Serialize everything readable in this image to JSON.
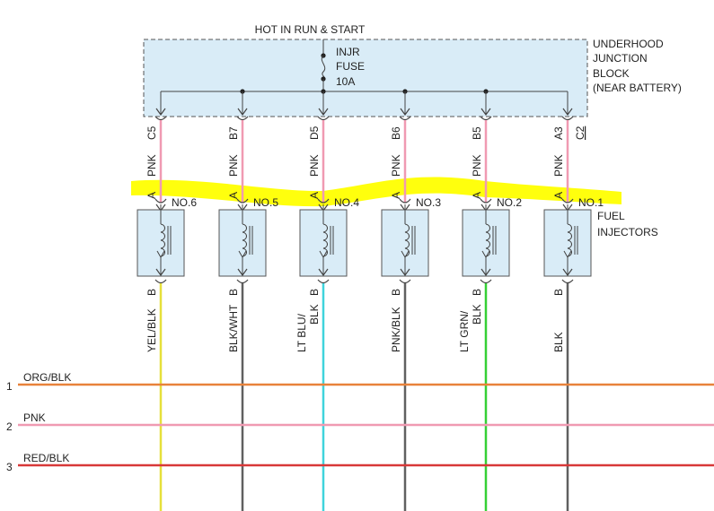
{
  "header": {
    "power_label": "HOT IN RUN & START"
  },
  "junction_block": {
    "name_lines": [
      "UNDERHOOD",
      "JUNCTION",
      "BLOCK",
      "(NEAR BATTERY)"
    ],
    "fuse_lines": [
      "INJR",
      "FUSE",
      "10A"
    ],
    "connector": "C2",
    "fill_color": "#d9ecf7"
  },
  "injectors": {
    "label_lines": [
      "FUEL",
      "INJECTORS"
    ],
    "items": [
      {
        "no": "NO.6",
        "pin_top": "C5",
        "wire_top": "PNK",
        "conn_a": "A",
        "conn_b": "B",
        "wire_bottom_lines": [
          "YEL/BLK"
        ],
        "bottom_color": "#e6e03a"
      },
      {
        "no": "NO.5",
        "pin_top": "B7",
        "wire_top": "PNK",
        "conn_a": "A",
        "conn_b": "B",
        "wire_bottom_lines": [
          "BLK/WHT"
        ],
        "bottom_color": "#606060"
      },
      {
        "no": "NO.4",
        "pin_top": "D5",
        "wire_top": "PNK",
        "conn_a": "A",
        "conn_b": "B",
        "wire_bottom_lines": [
          "LT BLU/",
          "BLK"
        ],
        "bottom_color": "#3fd3dc"
      },
      {
        "no": "NO.3",
        "pin_top": "B6",
        "wire_top": "PNK",
        "conn_a": "A",
        "conn_b": "B",
        "wire_bottom_lines": [
          "PNK/BLK"
        ],
        "bottom_color": "#606060"
      },
      {
        "no": "NO.2",
        "pin_top": "B5",
        "wire_top": "PNK",
        "conn_a": "A",
        "conn_b": "B",
        "wire_bottom_lines": [
          "LT GRN/",
          "BLK"
        ],
        "bottom_color": "#35d035"
      },
      {
        "no": "NO.1",
        "pin_top": "A3",
        "wire_top": "PNK",
        "conn_a": "A",
        "conn_b": "B",
        "wire_bottom_lines": [
          "BLK"
        ],
        "bottom_color": "#606060"
      }
    ]
  },
  "bus_lines": [
    {
      "num": "1",
      "label": "ORG/BLK",
      "color": "#e8823a"
    },
    {
      "num": "2",
      "label": "PNK",
      "color": "#f09ab2"
    },
    {
      "num": "3",
      "label": "RED/BLK",
      "color": "#d83838"
    }
  ],
  "colors": {
    "pink_wire": "#f09ab2",
    "highlight": "#ffff00",
    "line": "#444444",
    "box_border": "#555555"
  }
}
